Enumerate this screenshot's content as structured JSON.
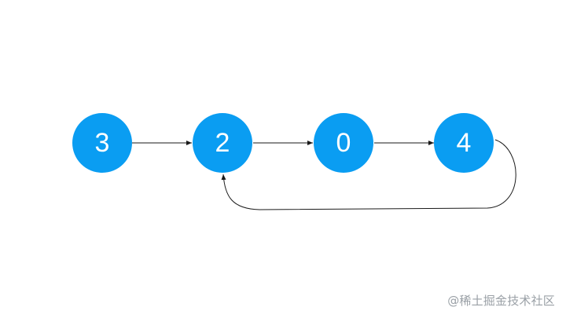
{
  "diagram": {
    "nodes": [
      {
        "id": "n1",
        "label": "3"
      },
      {
        "id": "n2",
        "label": "2"
      },
      {
        "id": "n3",
        "label": "0"
      },
      {
        "id": "n4",
        "label": "4"
      }
    ],
    "edges": [
      {
        "from": "n1",
        "to": "n2"
      },
      {
        "from": "n2",
        "to": "n3"
      },
      {
        "from": "n3",
        "to": "n4"
      },
      {
        "from": "n4",
        "to": "n2"
      }
    ],
    "node_color": "#0a9df2",
    "edge_color": "#1a1a1a"
  },
  "watermark": {
    "text": "@稀土掘金技术社区"
  }
}
